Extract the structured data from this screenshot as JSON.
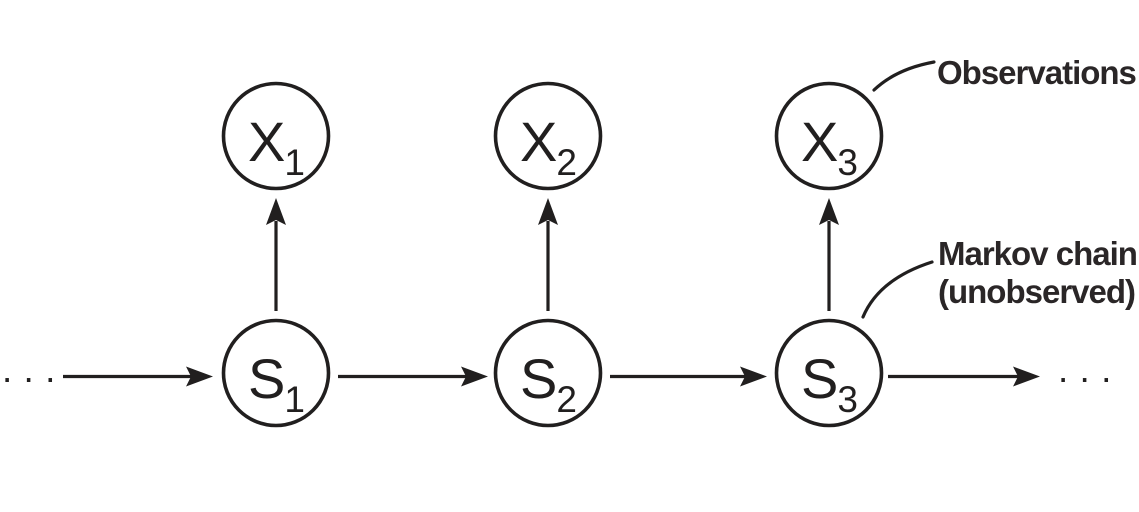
{
  "diagram": {
    "observation_nodes": [
      {
        "base": "X",
        "sub": "1"
      },
      {
        "base": "X",
        "sub": "2"
      },
      {
        "base": "X",
        "sub": "3"
      }
    ],
    "state_nodes": [
      {
        "base": "S",
        "sub": "1"
      },
      {
        "base": "S",
        "sub": "2"
      },
      {
        "base": "S",
        "sub": "3"
      }
    ],
    "annotations": {
      "observations_label": "Observations",
      "markov_label_line1": "Markov chain",
      "markov_label_line2": "(unobserved)"
    },
    "ellipsis_left": ". . .",
    "ellipsis_right": ". . .",
    "colors": {
      "ink": "#211f1f",
      "background": "#ffffff"
    }
  }
}
